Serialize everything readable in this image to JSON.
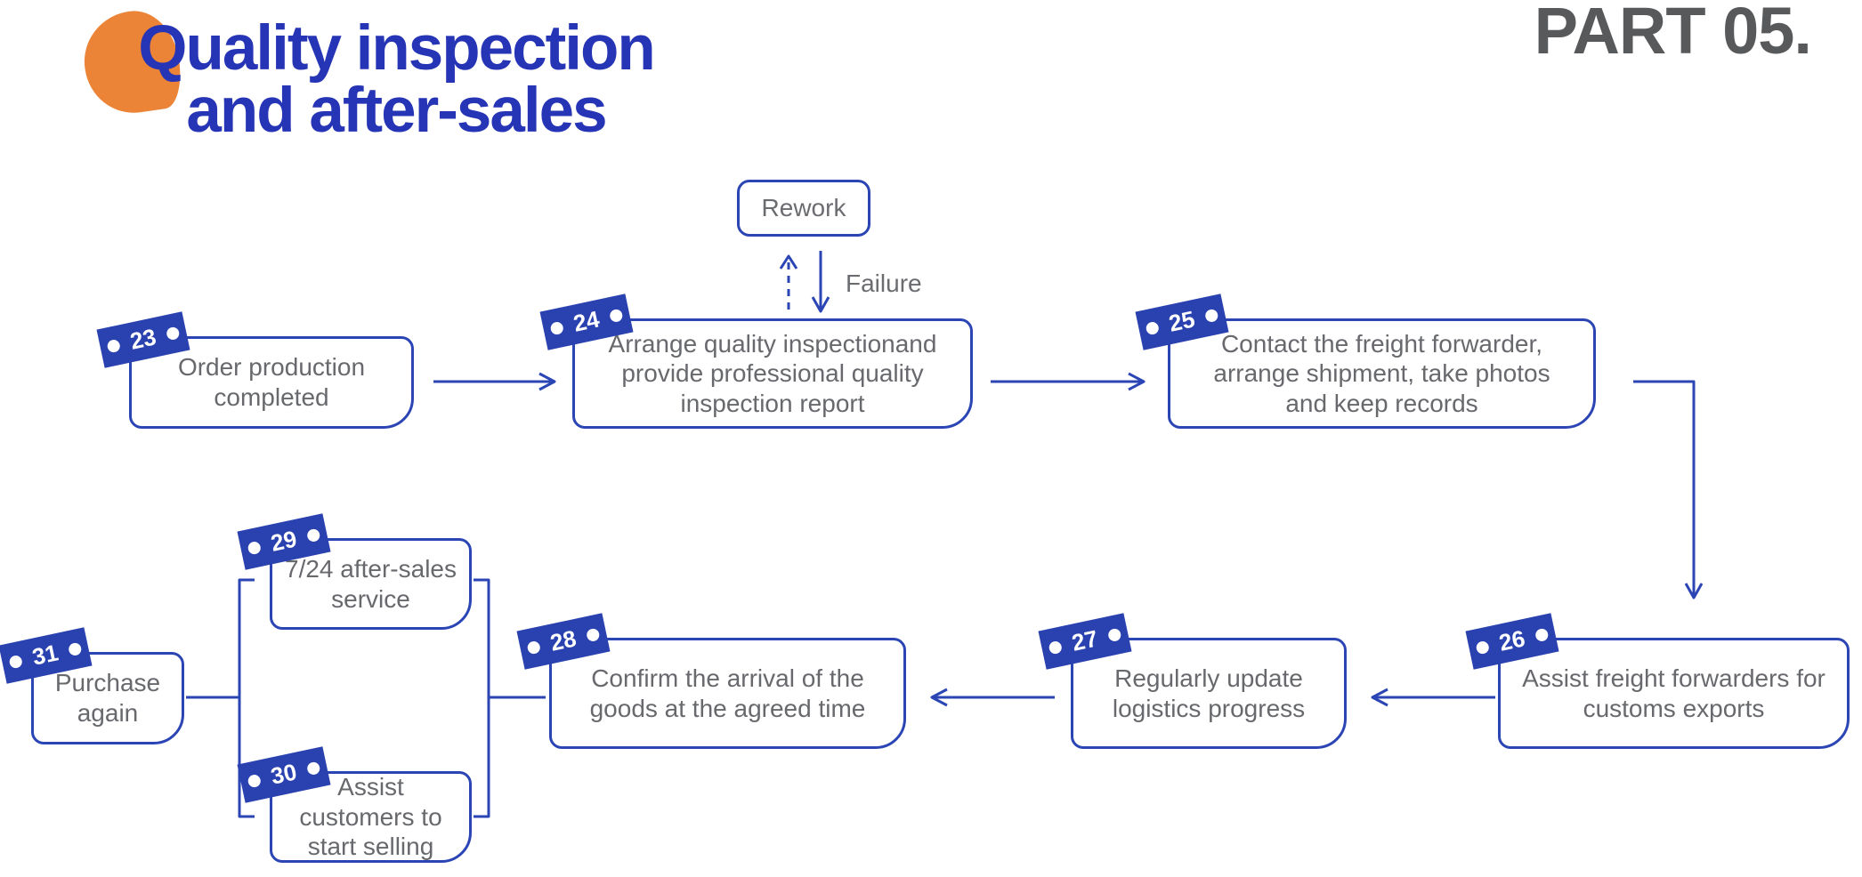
{
  "slide": {
    "title_line1": "Quality inspection",
    "title_line2": "and after-sales",
    "part_label": "PART 05."
  },
  "flowchart": {
    "rework_label": "Rework",
    "failure_label": "Failure",
    "steps": [
      {
        "number": "23",
        "label": "Order production completed"
      },
      {
        "number": "24",
        "label": "Arrange quality inspectionand provide professional quality inspection report"
      },
      {
        "number": "25",
        "label": "Contact the freight forwarder, arrange shipment, take photos and keep records"
      },
      {
        "number": "26",
        "label": "Assist freight forwarders for customs exports"
      },
      {
        "number": "27",
        "label": "Regularly update logistics progress"
      },
      {
        "number": "28",
        "label": "Confirm the arrival of the goods at the agreed time"
      },
      {
        "number": "29",
        "label": "7/24 after-sales service"
      },
      {
        "number": "30",
        "label": "Assist customers to start selling"
      },
      {
        "number": "31",
        "label": "Purchase again"
      }
    ],
    "colors": {
      "accent_blue": "#2b45b5",
      "badge_blue": "#2a42b0",
      "title_blue": "#2634b6",
      "orange": "#ec8437",
      "text_gray": "#67696d",
      "part_gray": "#58595b"
    }
  }
}
